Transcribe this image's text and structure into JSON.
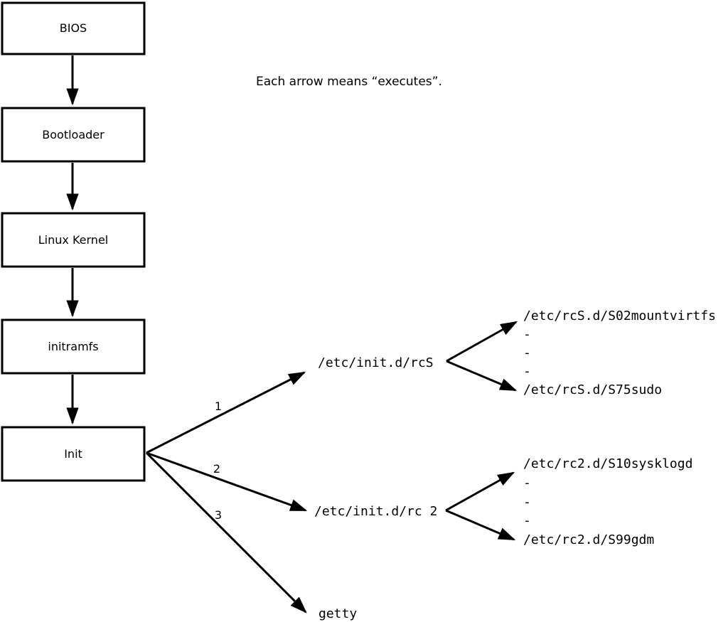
{
  "note": "Each arrow means “executes”.",
  "boxes": [
    {
      "label": "BIOS"
    },
    {
      "label": "Bootloader"
    },
    {
      "label": "Linux Kernel"
    },
    {
      "label": "initramfs"
    },
    {
      "label": "Init"
    }
  ],
  "init_branches": [
    {
      "number": "1",
      "target": "/etc/init.d/rcS"
    },
    {
      "number": "2",
      "target": "/etc/init.d/rc 2"
    },
    {
      "number": "3",
      "target": "getty"
    }
  ],
  "rcS_list": [
    "/etc/rcS.d/S02mountvirtfs",
    "-",
    "-",
    "-",
    "/etc/rcS.d/S75sudo"
  ],
  "rc2_list": [
    "/etc/rc2.d/S10sysklogd",
    "-",
    "-",
    "-",
    "/etc/rc2.d/S99gdm"
  ],
  "colors": {
    "line": "#000000",
    "background": "#ffffff"
  }
}
